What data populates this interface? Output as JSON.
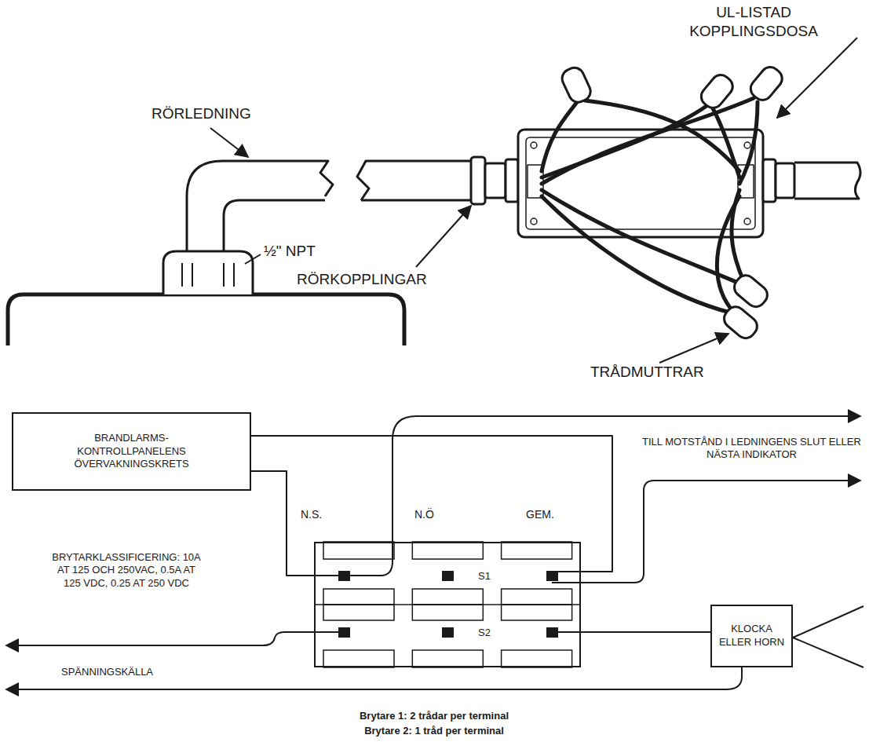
{
  "diagram": {
    "nodes": [
      {
        "text": [
          "BRANDLARMS- KONTROLLPANELENS ÖVERVAKNINGSKRETS"
        ]
      },
      {
        "text": [
          "S1",
          "S2"
        ]
      },
      {
        "text": [
          "KLOCKA ELLER HORN"
        ]
      }
    ],
    "edges": [
      {
        "from": 0,
        "to": 1,
        "arrow": "none"
      },
      {
        "from": 0,
        "to": 1,
        "arrow": "none"
      },
      {
        "from": 1,
        "to": 2,
        "arrow": "none"
      }
    ],
    "labels": [
      "UL-LISTAD KOPPLINGSDOSA",
      "RÖRLEDNING",
      "½\" NPT",
      "RÖRKOPPLINGAR",
      "TRÅDMUTTRAR",
      "N.S.",
      "N.Ö",
      "GEM.",
      "TILL MOTSTÅND I LEDNINGENS SLUT ELLER NÄSTA INDIKATOR",
      "BRYTARKLASSIFICERING: 10A AT 125 OCH 250VAC, 0.5A AT 125 VDC, 0.25 AT 250 VDC",
      "SPÄNNINGSKÄLLA",
      "Brytare 1: 2 trådar per terminal",
      "Brytare 2: 1 tråd per terminal"
    ]
  }
}
